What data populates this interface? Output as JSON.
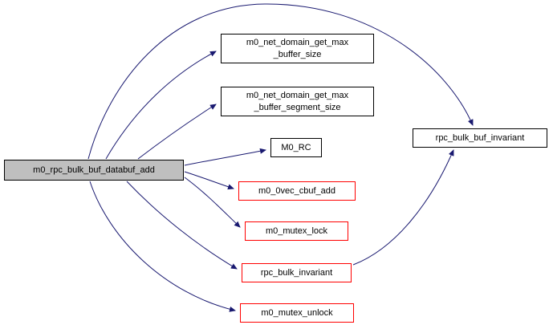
{
  "diagram": {
    "type": "call-graph",
    "colors": {
      "edge": "#191970",
      "node_border": "#000000",
      "truncated_node_border": "#ff0000",
      "focus_node_fill": "#bfbfbf",
      "background": "#ffffff"
    },
    "nodes": {
      "main": {
        "label": "m0_rpc_bulk_buf_databuf_add",
        "style": "focus"
      },
      "get_max_buffer_size": {
        "label": "m0_net_domain_get_max\n_buffer_size",
        "style": "default"
      },
      "get_max_buffer_segment_size": {
        "label": "m0_net_domain_get_max\n_buffer_segment_size",
        "style": "default"
      },
      "m0_rc": {
        "label": "M0_RC",
        "style": "default"
      },
      "m0_0vec_cbuf_add": {
        "label": "m0_0vec_cbuf_add",
        "style": "truncated"
      },
      "m0_mutex_lock": {
        "label": "m0_mutex_lock",
        "style": "truncated"
      },
      "rpc_bulk_invariant": {
        "label": "rpc_bulk_invariant",
        "style": "truncated"
      },
      "m0_mutex_unlock": {
        "label": "m0_mutex_unlock",
        "style": "truncated"
      },
      "rpc_bulk_buf_invariant": {
        "label": "rpc_bulk_buf_invariant",
        "style": "default"
      }
    },
    "edges": [
      {
        "from": "main",
        "to": "rpc_bulk_buf_invariant"
      },
      {
        "from": "main",
        "to": "get_max_buffer_size"
      },
      {
        "from": "main",
        "to": "get_max_buffer_segment_size"
      },
      {
        "from": "main",
        "to": "m0_rc"
      },
      {
        "from": "main",
        "to": "m0_0vec_cbuf_add"
      },
      {
        "from": "main",
        "to": "m0_mutex_lock"
      },
      {
        "from": "main",
        "to": "rpc_bulk_invariant"
      },
      {
        "from": "main",
        "to": "m0_mutex_unlock"
      },
      {
        "from": "rpc_bulk_invariant",
        "to": "rpc_bulk_buf_invariant"
      }
    ]
  }
}
